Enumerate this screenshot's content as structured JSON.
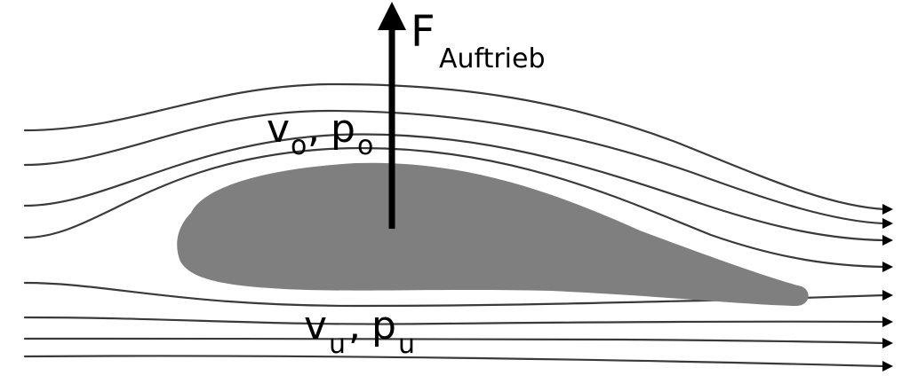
{
  "force": {
    "symbol": "F",
    "subscript": "Auftrieb"
  },
  "upper": {
    "velocity_symbol": "v",
    "velocity_sub": "o",
    "separator": ",",
    "pressure_symbol": "p",
    "pressure_sub": "o"
  },
  "lower": {
    "velocity_symbol": "v",
    "velocity_sub": "u",
    "separator": ",",
    "pressure_symbol": "p",
    "pressure_sub": "u"
  },
  "colors": {
    "airfoil": "#7f7f7f",
    "streamline": "#3a3a3a",
    "force_arrow": "#000000",
    "background": "#ffffff"
  }
}
